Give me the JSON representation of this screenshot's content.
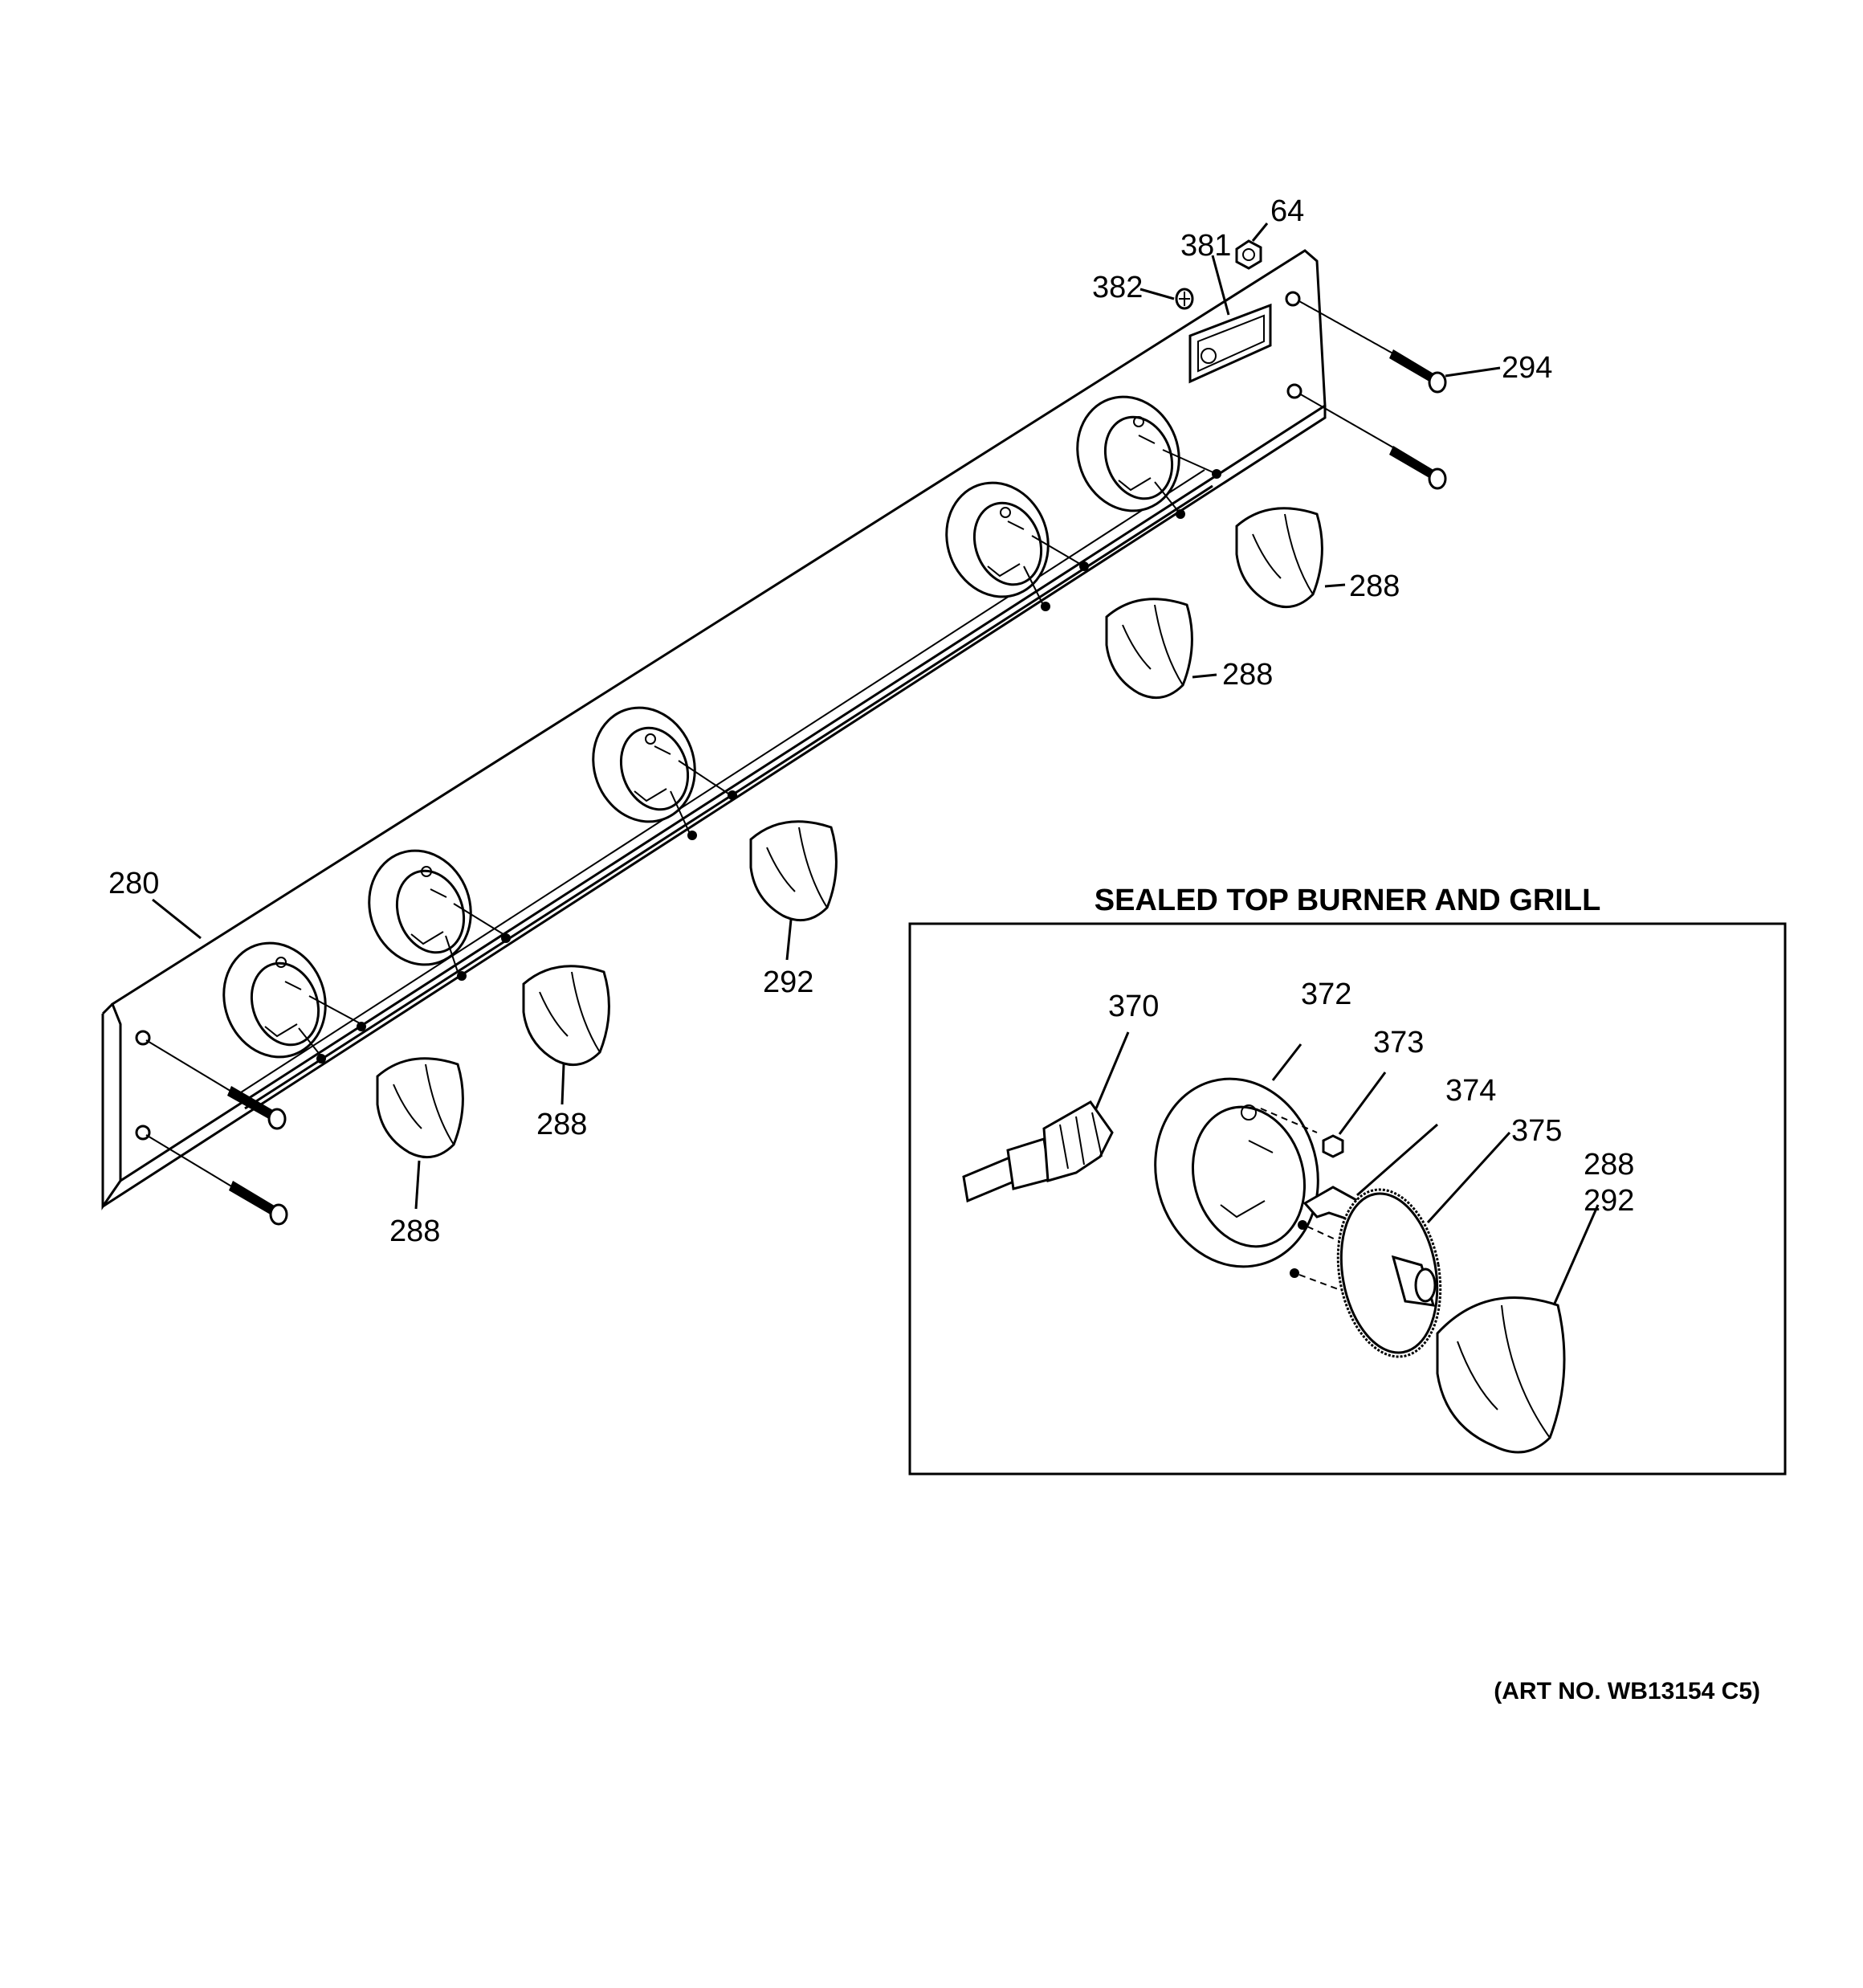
{
  "inset": {
    "title": "SEALED TOP BURNER AND GRILL",
    "callouts": {
      "c370": "370",
      "c372": "372",
      "c373": "373",
      "c374": "374",
      "c375": "375",
      "c288": "288",
      "c292": "292"
    }
  },
  "callouts": {
    "c64": "64",
    "c381": "381",
    "c382": "382",
    "c294": "294",
    "c288a": "288",
    "c288b": "288",
    "c292": "292",
    "c280": "280",
    "c288c": "288",
    "c288d": "288"
  },
  "art_number": "(ART NO. WB13154 C5)"
}
